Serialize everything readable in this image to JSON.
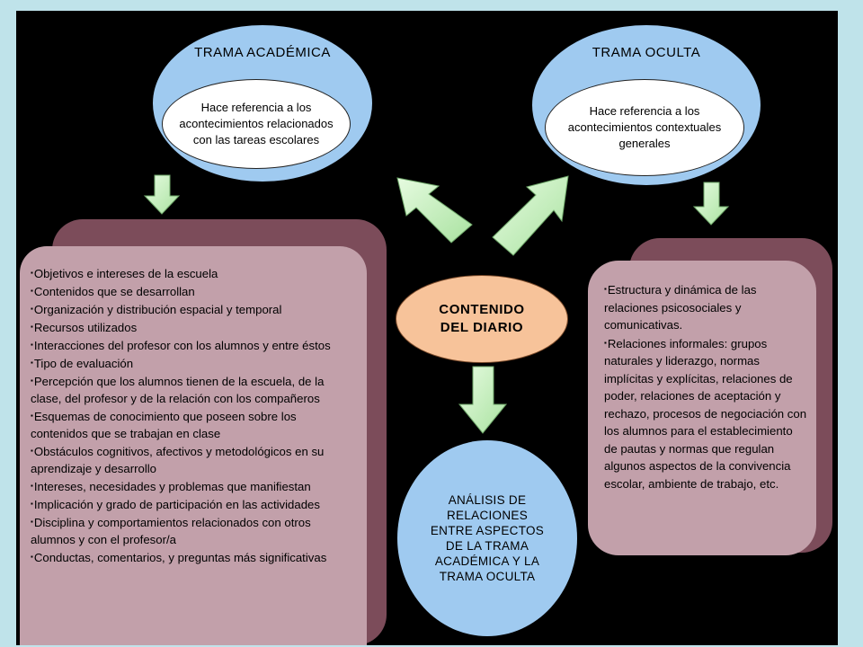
{
  "trama_academica": {
    "title": "TRAMA ACADÉMICA",
    "description": "Hace referencia a los acontecimientos relacionados con las tareas escolares"
  },
  "trama_oculta": {
    "title": "TRAMA OCULTA",
    "description": "Hace referencia a los acontecimientos contextuales generales"
  },
  "center": {
    "line1": "CONTENIDO",
    "line2": "DEL DIARIO"
  },
  "analysis": {
    "text": "ANÁLISIS DE RELACIONES ENTRE ASPECTOS DE LA TRAMA ACADÉMICA Y LA TRAMA OCULTA"
  },
  "left_items": [
    "Objetivos e intereses de la escuela",
    "Contenidos que se desarrollan",
    "Organización y distribución espacial y temporal",
    "Recursos utilizados",
    "Interacciones del profesor con los alumnos y entre éstos",
    "Tipo de evaluación",
    "Percepción que los alumnos tienen de la escuela, de la clase, del profesor y de la relación con los compañeros",
    "Esquemas de conocimiento que poseen sobre los contenidos que se trabajan en clase",
    "Obstáculos cognitivos, afectivos y metodológicos en su aprendizaje y desarrollo",
    "Intereses, necesidades y problemas que manifiestan",
    "Implicación y grado de participación en las actividades",
    "Disciplina y comportamientos relacionados con otros alumnos y con el profesor/a",
    "Conductas, comentarios, y preguntas más significativas"
  ],
  "right_items": [
    "Estructura y dinámica de las relaciones psicosociales y comunicativas.",
    "Relaciones informales: grupos naturales y liderazgo, normas implícitas y explícitas, relaciones de poder, relaciones de aceptación y rechazo, procesos de negociación con los alumnos para el establecimiento de pautas y normas que regulan algunos aspectos de la convivencia escolar, ambiente de trabajo, etc."
  ],
  "colors": {
    "frame": "#bfe3ea",
    "background": "#000000",
    "oval_blue": "#9fcaf0",
    "box_front": "#c2a0aa",
    "box_shadow": "#7c4c5a",
    "center_oval": "#f7c39a",
    "arrow": "#c8f0c0"
  }
}
